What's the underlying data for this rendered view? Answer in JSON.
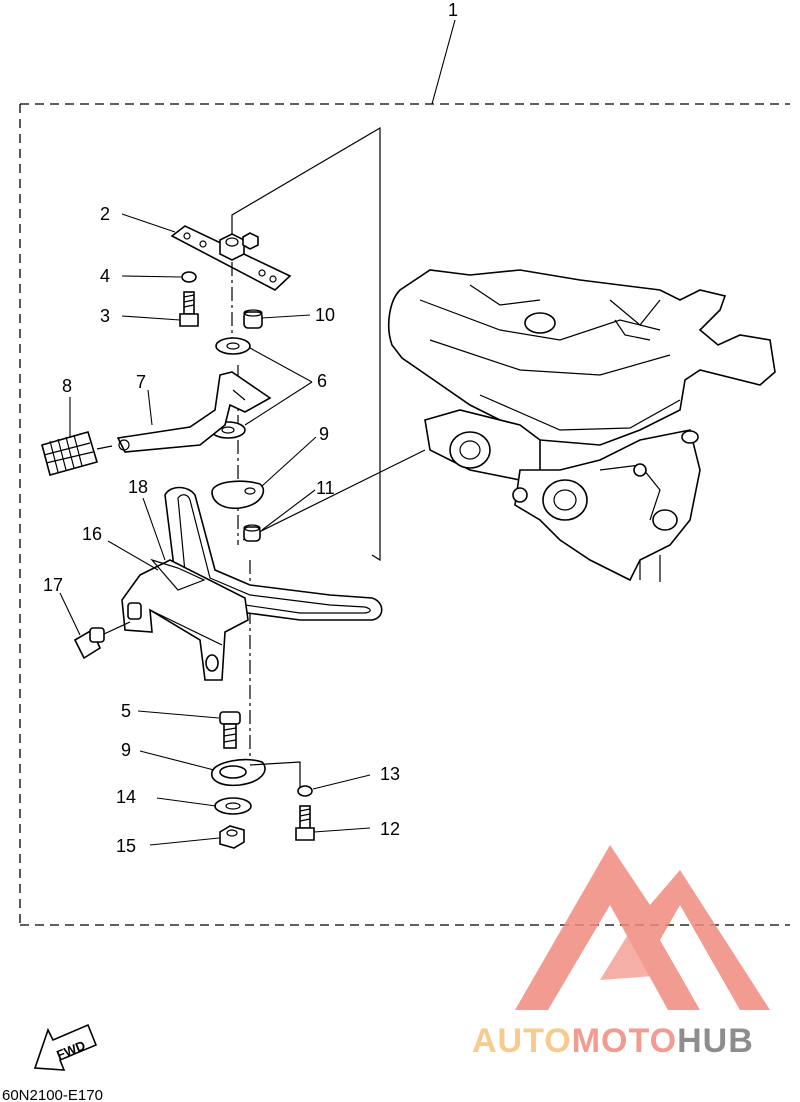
{
  "callouts": {
    "c1": "1",
    "c2": "2",
    "c3": "3",
    "c4": "4",
    "c5": "5",
    "c6": "6",
    "c7": "7",
    "c8": "8",
    "c9a": "9",
    "c9b": "9",
    "c10": "10",
    "c11": "11",
    "c12": "12",
    "c13": "13",
    "c14": "14",
    "c15": "15",
    "c16": "16",
    "c17": "17",
    "c18": "18"
  },
  "direction_label": "FWD",
  "drawing_code": "60N2100-E170",
  "watermark": {
    "part_a": "AUTO",
    "part_b": "MOTO",
    "part_c": "HUB"
  },
  "colors": {
    "line": "#000000",
    "watermark_orange": "#f6c27a",
    "watermark_red": "#f08a7e",
    "watermark_gray": "#7a7a7a"
  }
}
